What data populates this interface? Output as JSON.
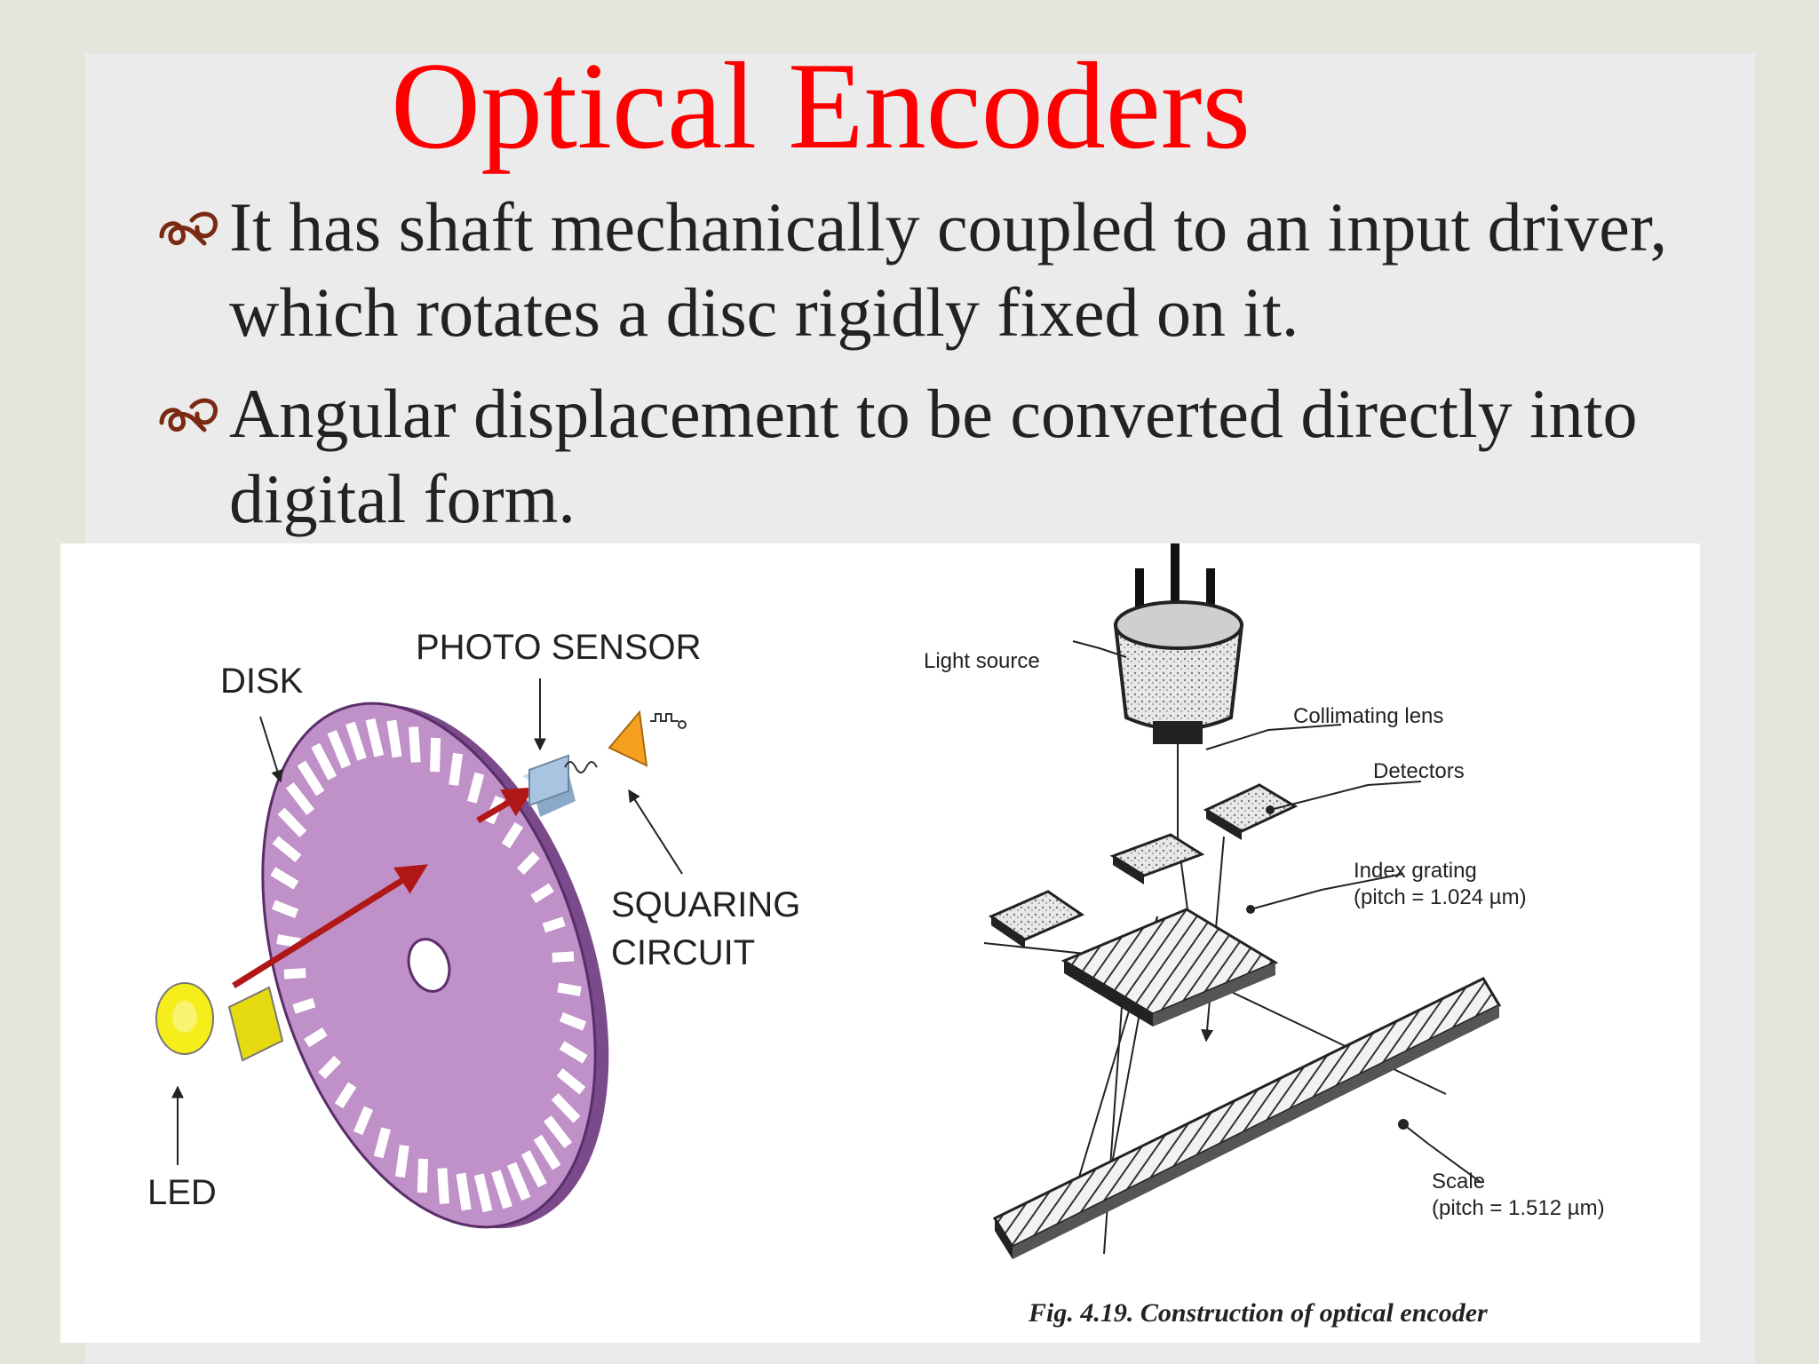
{
  "slide": {
    "title": "Optical Encoders",
    "bullets": [
      {
        "line1": "It has shaft mechanically coupled to an input driver,",
        "line2": "which rotates a disc rigidly fixed on it."
      },
      {
        "line1": "Angular displacement to be converted directly into",
        "line2": "digital form."
      }
    ]
  },
  "left_diagram": {
    "labels": {
      "disk": "DISK",
      "photo_sensor": "PHOTO SENSOR",
      "squaring_line1": "SQUARING",
      "squaring_line2": "CIRCUIT",
      "led": "LED"
    },
    "colors": {
      "disk": "#c090c8",
      "disk_edge": "#7a4a8a",
      "led": "#f5ee1a",
      "sensor": "#a8c4e0",
      "amplifier": "#f5a020",
      "beam": "#b01818"
    }
  },
  "right_diagram": {
    "labels": {
      "light_source": "Light source",
      "collimating_lens": "Collimating lens",
      "detectors": "Detectors",
      "index_grating_line1": "Index grating",
      "index_grating_line2": "(pitch = 1.024 µm)",
      "scale_line1": "Scale",
      "scale_line2": "(pitch = 1.512 µm)"
    },
    "caption": "Fig. 4.19. Construction of optical encoder"
  }
}
